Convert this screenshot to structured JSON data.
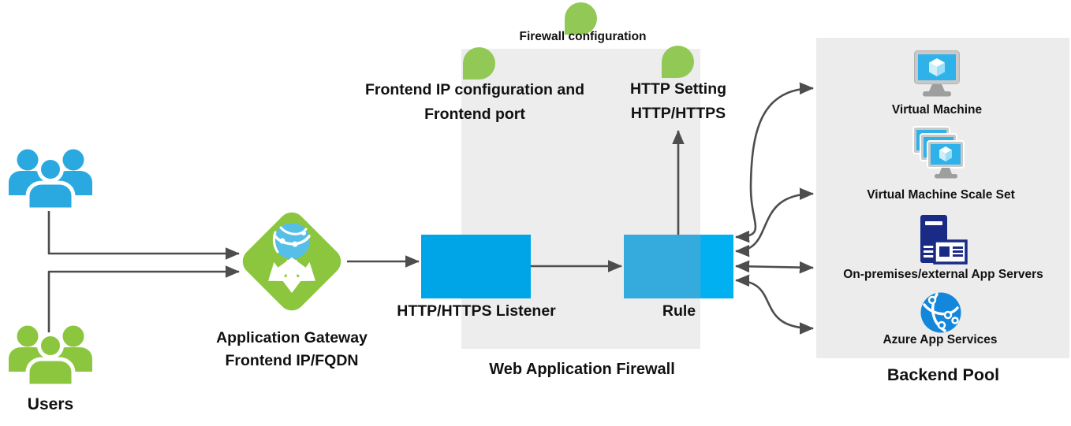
{
  "colors": {
    "user_blue": "#29A9E0",
    "gateway_green": "#8CC63F",
    "pin_green": "#92C956",
    "listener_blue": "#00A5E8",
    "rule_blue_muted": "#35AADD",
    "rule_blue_bright": "#00B0F0",
    "panel_gray": "#EDEDED",
    "arrow_gray": "#4D4D4D",
    "server_navy": "#1A2B86",
    "app_service_blue": "#1287DC",
    "screen_cyan": "#2FB1E9",
    "text_dark": "#111111"
  },
  "users": {
    "label": "Users"
  },
  "gateway": {
    "label_line1": "Application Gateway",
    "label_line2": "Frontend IP/FQDN"
  },
  "waf": {
    "label": "Web Application Firewall",
    "listener_label": "HTTP/HTTPS Listener",
    "rule_label": "Rule"
  },
  "annotations": {
    "firewall_config": "Firewall configuration",
    "frontend_ip_line1": "Frontend IP configuration and",
    "frontend_ip_line2": "Frontend port",
    "http_setting_line1": "HTTP Setting",
    "http_setting_line2": "HTTP/HTTPS"
  },
  "backend_pool": {
    "label": "Backend Pool",
    "items": [
      {
        "label": "Virtual Machine",
        "icon": "virtual-machine-icon"
      },
      {
        "label": "Virtual Machine Scale Set",
        "icon": "vm-scale-set-icon"
      },
      {
        "label": "On-premises/external App Servers",
        "icon": "on-premises-server-icon"
      },
      {
        "label": "Azure App Services",
        "icon": "azure-app-services-icon"
      }
    ]
  }
}
